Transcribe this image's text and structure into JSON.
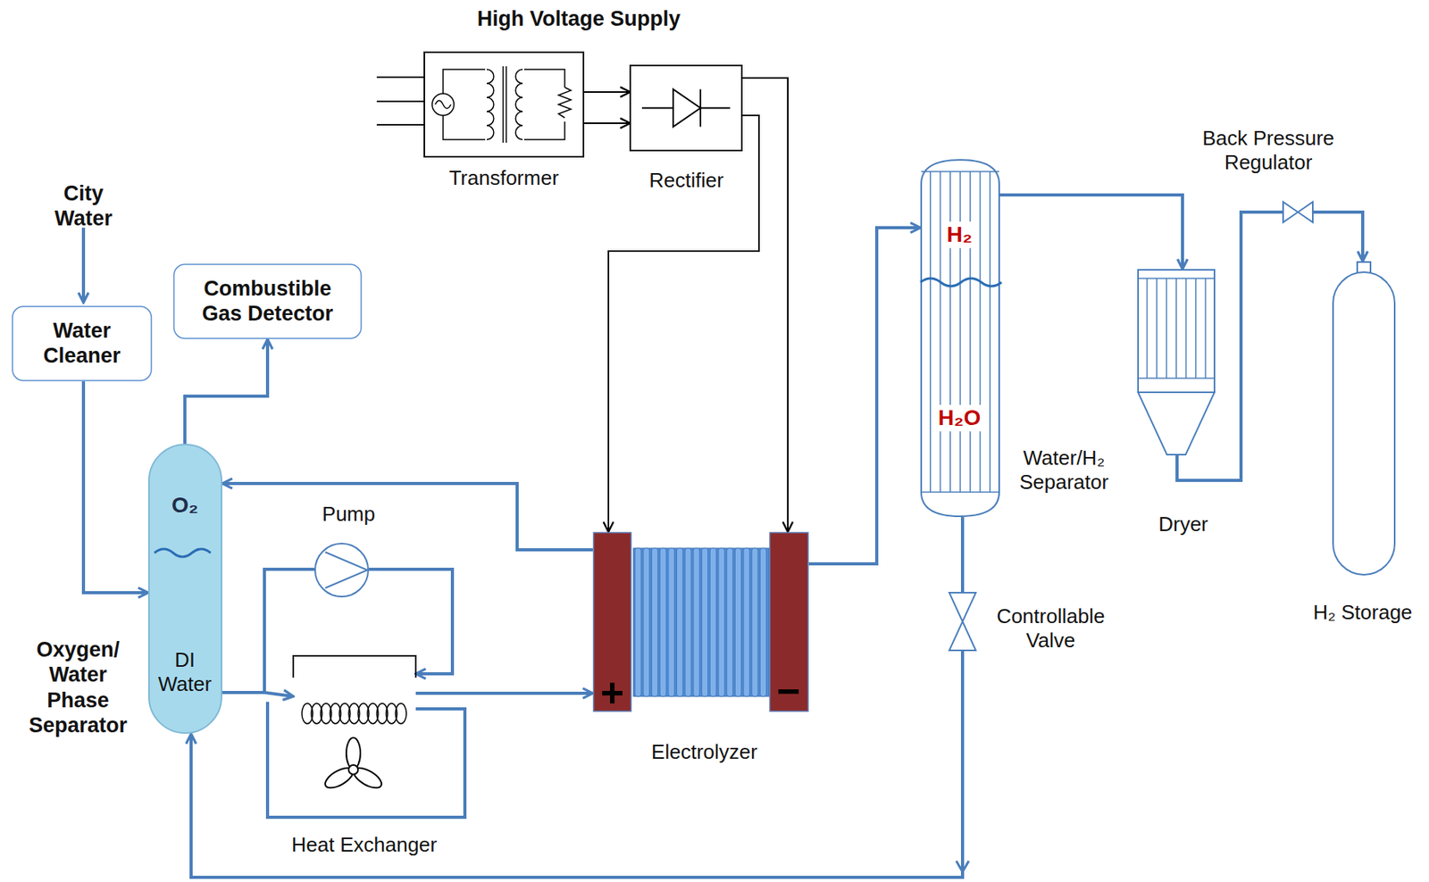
{
  "diagram": {
    "nodes": [
      {
        "text": [
          "Water Cleaner"
        ]
      },
      {
        "text": [
          "Combustible Gas Detector"
        ]
      },
      {
        "text": [
          "Oxygen/ Water Phase Separator",
          "O₂",
          "DI Water"
        ]
      },
      {
        "text": [
          "Transformer"
        ]
      },
      {
        "text": [
          "Rectifier"
        ]
      },
      {
        "text": [
          "Pump"
        ]
      },
      {
        "text": [
          "Heat Exchanger"
        ]
      },
      {
        "text": [
          "Electrolyzer"
        ]
      },
      {
        "text": [
          "H₂",
          "H₂O",
          "Water/H₂ Separator"
        ]
      },
      {
        "text": [
          "Dryer"
        ]
      },
      {
        "text": [
          "Back Pressure Regulator"
        ]
      },
      {
        "text": [
          "H₂ Storage"
        ]
      },
      {
        "text": [
          "Controllable Valve"
        ]
      }
    ],
    "edges": [
      {
        "from": 0,
        "to": 2,
        "arrow": "to"
      },
      {
        "from": 2,
        "to": 1,
        "arrow": "to"
      },
      {
        "from": 3,
        "to": 4,
        "arrow": "to"
      },
      {
        "from": 3,
        "to": 4,
        "arrow": "to"
      },
      {
        "from": 4,
        "to": 7,
        "arrow": "to"
      },
      {
        "from": 4,
        "to": 7,
        "arrow": "to"
      },
      {
        "from": 7,
        "to": 2,
        "arrow": "to"
      },
      {
        "from": 2,
        "to": 6,
        "arrow": "to"
      },
      {
        "from": 2,
        "to": 5,
        "arrow": "none"
      },
      {
        "from": 5,
        "to": 6,
        "arrow": "to"
      },
      {
        "from": 6,
        "to": 7,
        "arrow": "to"
      },
      {
        "from": 7,
        "to": 8,
        "arrow": "to"
      },
      {
        "from": 8,
        "to": 9,
        "arrow": "to"
      },
      {
        "from": 9,
        "to": 10,
        "arrow": "none"
      },
      {
        "from": 10,
        "to": 11,
        "arrow": "to"
      },
      {
        "from": 8,
        "to": 12,
        "arrow": "none"
      },
      {
        "from": 12,
        "to": 2,
        "arrow": "to"
      }
    ],
    "labels": [
      "High Voltage Supply",
      "City Water",
      "+",
      "−"
    ]
  }
}
